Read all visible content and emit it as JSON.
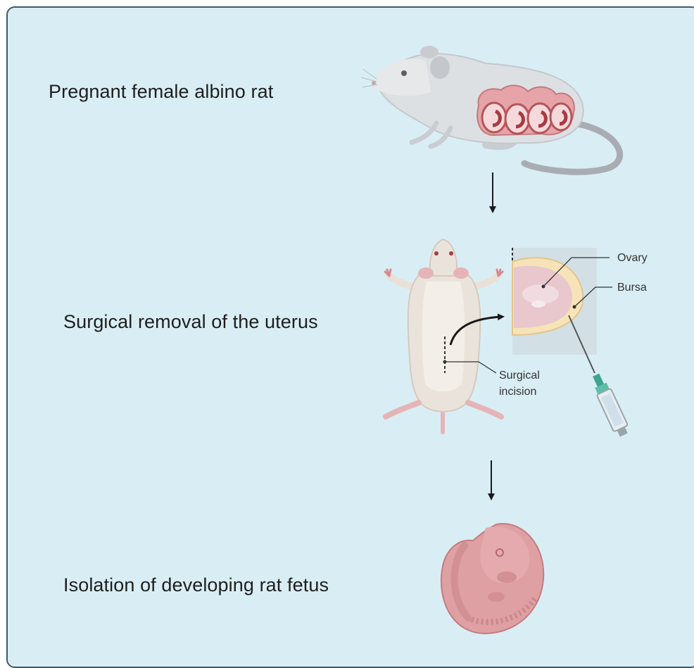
{
  "steps": [
    {
      "label": "Pregnant female albino rat"
    },
    {
      "label": "Surgical removal of the uterus"
    },
    {
      "label": "Isolation of developing rat fetus"
    }
  ],
  "annotations": {
    "ovary": "Ovary",
    "bursa": "Bursa",
    "incision_line1": "Surgical",
    "incision_line2": "incision"
  },
  "colors": {
    "background": "#d9eef4",
    "border": "#3f5a66",
    "rat_body": "#dde0e3",
    "uterus": "#e7a4a8",
    "embryo": "#dea0a3",
    "bare_rat": "#eae3dc"
  },
  "icons": [
    "rat-icon",
    "down-arrow-icon",
    "rat-supine-icon",
    "ovary-icon",
    "syringe-icon",
    "embryo-icon"
  ]
}
